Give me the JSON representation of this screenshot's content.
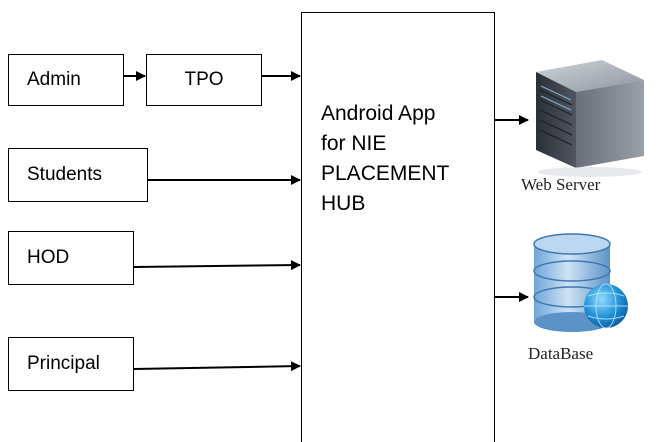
{
  "actors": {
    "admin": "Admin",
    "tpo": "TPO",
    "students": "Students",
    "hod": "HOD",
    "principal": "Principal"
  },
  "app": {
    "line1": "Android App",
    "line2": "for NIE",
    "line3": "PLACEMENT",
    "line4": "HUB"
  },
  "targets": {
    "web_server": "Web Server",
    "database": "DataBase"
  },
  "icons": {
    "server": "web-server-icon",
    "database": "database-globe-icon"
  }
}
